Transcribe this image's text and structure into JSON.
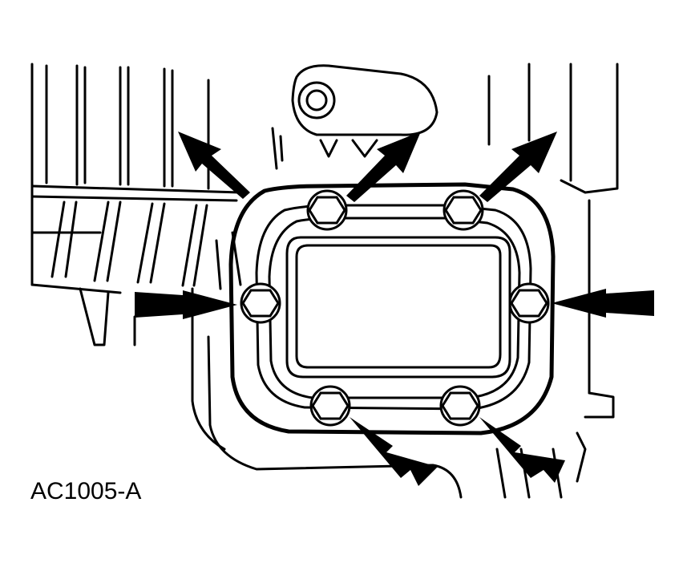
{
  "figure": {
    "label": "AC1005-A",
    "bolt_count": 6,
    "line_color": "#000000",
    "background": "#ffffff",
    "bolts": [
      {
        "name": "bolt-top-left"
      },
      {
        "name": "bolt-top-right"
      },
      {
        "name": "bolt-left"
      },
      {
        "name": "bolt-right"
      },
      {
        "name": "bolt-bottom-left"
      },
      {
        "name": "bolt-bottom-right"
      }
    ],
    "arrows": [
      {
        "name": "arrow-to-top-left-bolt"
      },
      {
        "name": "arrow-to-top-right-bolt"
      },
      {
        "name": "arrow-to-upper-left-corner"
      },
      {
        "name": "arrow-to-left-bolt"
      },
      {
        "name": "arrow-to-right-bolt"
      },
      {
        "name": "arrow-to-bottom-left-bolt"
      },
      {
        "name": "arrow-to-bottom-right-bolt"
      }
    ]
  }
}
